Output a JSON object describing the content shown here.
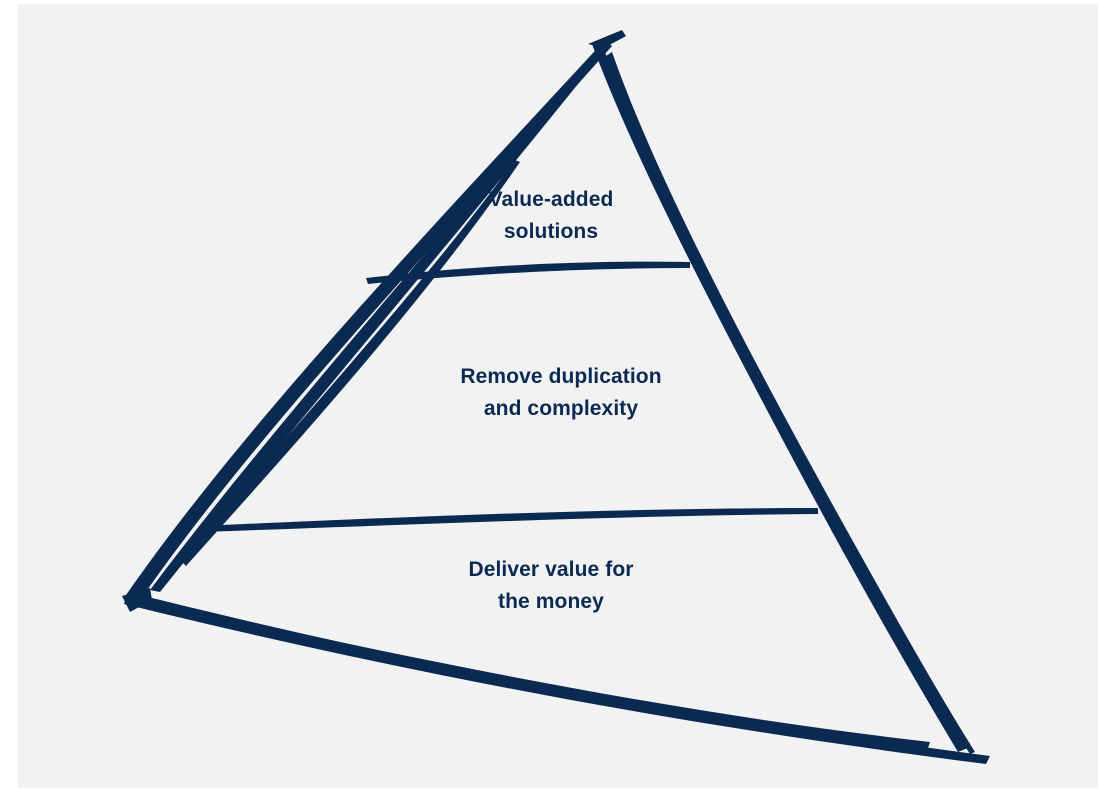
{
  "diagram": {
    "type": "pyramid",
    "stroke_color": "#0b2a52",
    "background_color": "#f2f2f3",
    "tiers": [
      {
        "lines": [
          "Value-added",
          "solutions"
        ]
      },
      {
        "lines": [
          "Remove duplication",
          "and complexity"
        ]
      },
      {
        "lines": [
          "Deliver value for",
          "the money"
        ]
      }
    ]
  }
}
